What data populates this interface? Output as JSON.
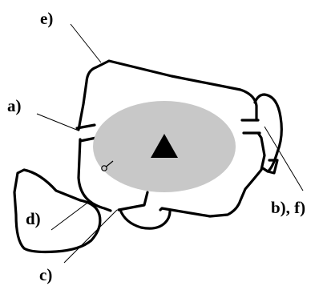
{
  "labels": {
    "a": "a)",
    "bf": "b), f)",
    "c": "c)",
    "d": "d)",
    "e": "e)"
  },
  "colors": {
    "ink": "#000000",
    "ellipse_fill": "#c8c8c8",
    "background": "#ffffff"
  },
  "icons": {
    "center_marker": "filled-triangle-icon",
    "small_circle": "small-circle-icon"
  }
}
